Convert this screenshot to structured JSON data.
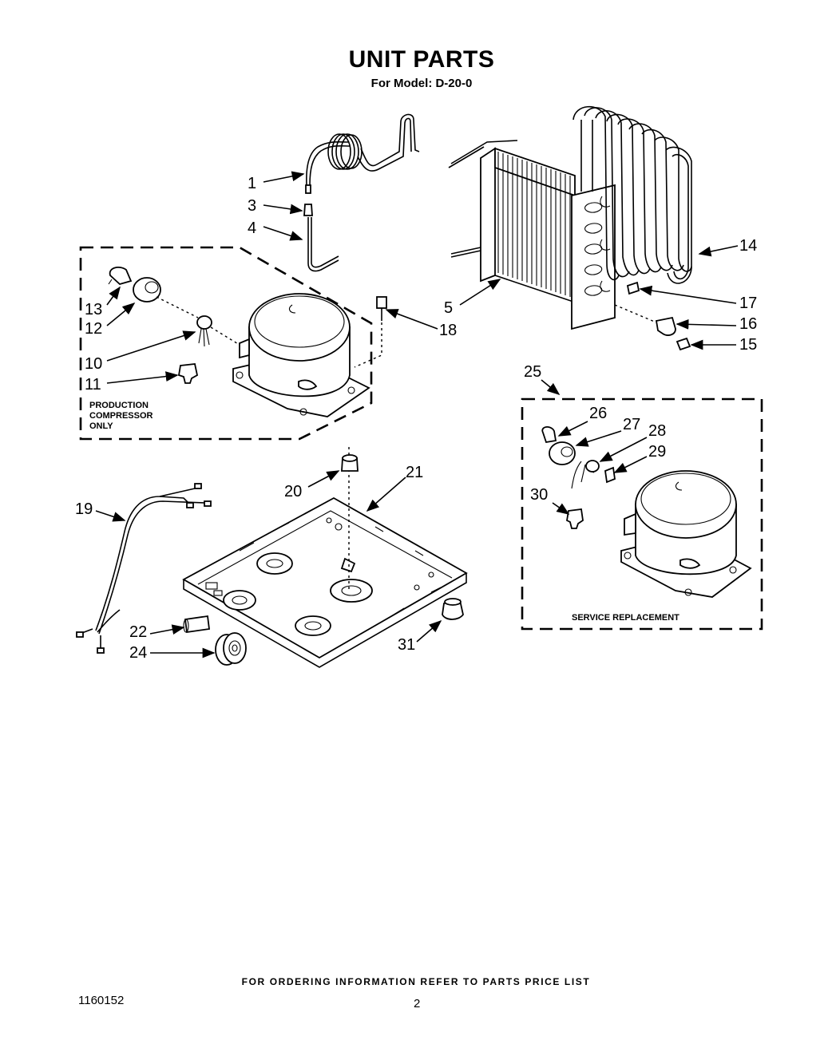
{
  "header": {
    "title": "UNIT PARTS",
    "subtitle": "For Model: D-20-0"
  },
  "callouts": {
    "c1": "1",
    "c3": "3",
    "c4": "4",
    "c5": "5",
    "c10": "10",
    "c11": "11",
    "c12": "12",
    "c13": "13",
    "c14": "14",
    "c15": "15",
    "c16": "16",
    "c17": "17",
    "c18": "18",
    "c19": "19",
    "c20": "20",
    "c21": "21",
    "c22": "22",
    "c24": "24",
    "c25": "25",
    "c26": "26",
    "c27": "27",
    "c28": "28",
    "c29": "29",
    "c30": "30",
    "c31": "31"
  },
  "boxes": {
    "production_line1": "PRODUCTION",
    "production_line2": "COMPRESSOR",
    "production_line3": "ONLY",
    "service": "SERVICE REPLACEMENT"
  },
  "footer": {
    "note": "FOR ORDERING INFORMATION REFER TO PARTS PRICE LIST",
    "doc_number": "1160152",
    "page_number": "2"
  }
}
